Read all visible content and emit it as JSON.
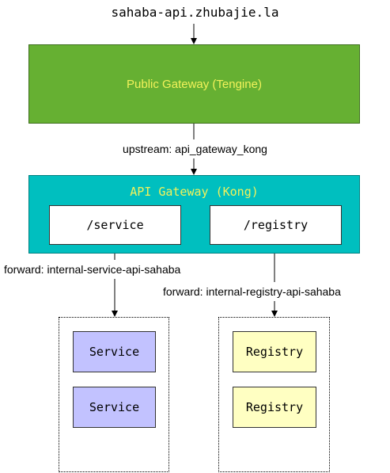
{
  "entry": {
    "host": "sahaba-api.zhubajie.la"
  },
  "public_gateway": {
    "label": "Public Gateway (Tengine)"
  },
  "upstream_edge": {
    "label": "upstream: api_gateway_kong"
  },
  "api_gateway": {
    "title": "API Gateway (Kong)",
    "routes": [
      {
        "label": "/service"
      },
      {
        "label": "/registry"
      }
    ]
  },
  "forward_edges": [
    {
      "label": "forward: internal-service-api-sahaba"
    },
    {
      "label": "forward: internal-registry-api-sahaba"
    }
  ],
  "clusters": [
    {
      "nodes": [
        {
          "label": "Service"
        },
        {
          "label": "Service"
        }
      ]
    },
    {
      "nodes": [
        {
          "label": "Registry"
        },
        {
          "label": "Registry"
        }
      ]
    }
  ],
  "colors": {
    "public_gateway_fill": "#66b032",
    "api_gateway_fill": "#00bfbf",
    "gateway_text": "#f2f25a",
    "service_fill": "#c2c2ff",
    "registry_fill": "#ffffc2"
  }
}
